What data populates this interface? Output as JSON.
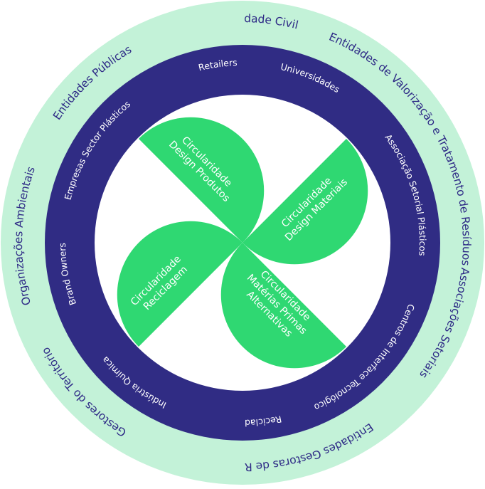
{
  "colors": {
    "outer_ring": "#c3f2d8",
    "inner_ring": "#302c84",
    "center": "#ffffff",
    "petals": "#2fd872",
    "outer_text": "#2e2a86",
    "inner_text": "#ffffff"
  },
  "outer_ring_labels": [
    "Sociedade Civil",
    "Entidades de Valorização e Tratamento de Resíduos",
    "Associações Setoriais",
    "Entidades Gestoras de Resíduos",
    "Gestores do Território",
    "Organizações Ambientais",
    "Entidades Públicas"
  ],
  "inner_ring_labels": [
    "Retailers",
    "Universidades",
    "Associação Setorial Plásticos",
    "Centros de Interface Tecnológico",
    "Recicladores",
    "Indústria Química",
    "Brand Owners",
    "Empresas Sector Plásticos"
  ],
  "petals": [
    {
      "lines": [
        "Circularidade",
        "Design Produtos"
      ]
    },
    {
      "lines": [
        "Circularidade",
        "Design Materiais"
      ]
    },
    {
      "lines": [
        "Circularidade",
        "Matérias Primas",
        "Alternativas"
      ]
    },
    {
      "lines": [
        "Circularidade",
        "Reciclagem"
      ]
    }
  ]
}
